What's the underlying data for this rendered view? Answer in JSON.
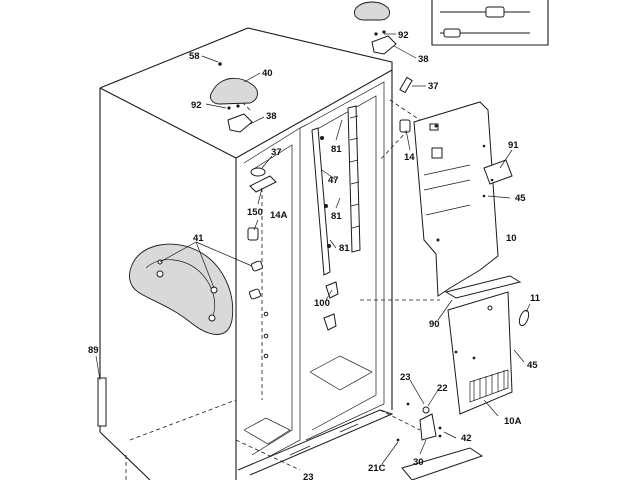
{
  "diagram": {
    "callouts": [
      {
        "id": "c58",
        "text": "58"
      },
      {
        "id": "c40",
        "text": "40"
      },
      {
        "id": "c92a",
        "text": "92"
      },
      {
        "id": "c38a",
        "text": "38"
      },
      {
        "id": "c92b",
        "text": "92"
      },
      {
        "id": "c38b",
        "text": "38"
      },
      {
        "id": "c37a",
        "text": "37"
      },
      {
        "id": "c37b",
        "text": "37"
      },
      {
        "id": "c14",
        "text": "14"
      },
      {
        "id": "c81a",
        "text": "81"
      },
      {
        "id": "c47",
        "text": "47"
      },
      {
        "id": "c81b",
        "text": "81"
      },
      {
        "id": "c81c",
        "text": "81"
      },
      {
        "id": "c150",
        "text": "150"
      },
      {
        "id": "c14A",
        "text": "14A"
      },
      {
        "id": "c91",
        "text": "91"
      },
      {
        "id": "c45a",
        "text": "45"
      },
      {
        "id": "c10",
        "text": "10"
      },
      {
        "id": "c41",
        "text": "41"
      },
      {
        "id": "c100",
        "text": "100"
      },
      {
        "id": "c11",
        "text": "11"
      },
      {
        "id": "c90",
        "text": "90"
      },
      {
        "id": "c45b",
        "text": "45"
      },
      {
        "id": "c89",
        "text": "89"
      },
      {
        "id": "c23a",
        "text": "23"
      },
      {
        "id": "c22",
        "text": "22"
      },
      {
        "id": "c10A",
        "text": "10A"
      },
      {
        "id": "c42",
        "text": "42"
      },
      {
        "id": "c30",
        "text": "30"
      },
      {
        "id": "c21C",
        "text": "21C"
      },
      {
        "id": "c23b",
        "text": "23"
      }
    ]
  }
}
